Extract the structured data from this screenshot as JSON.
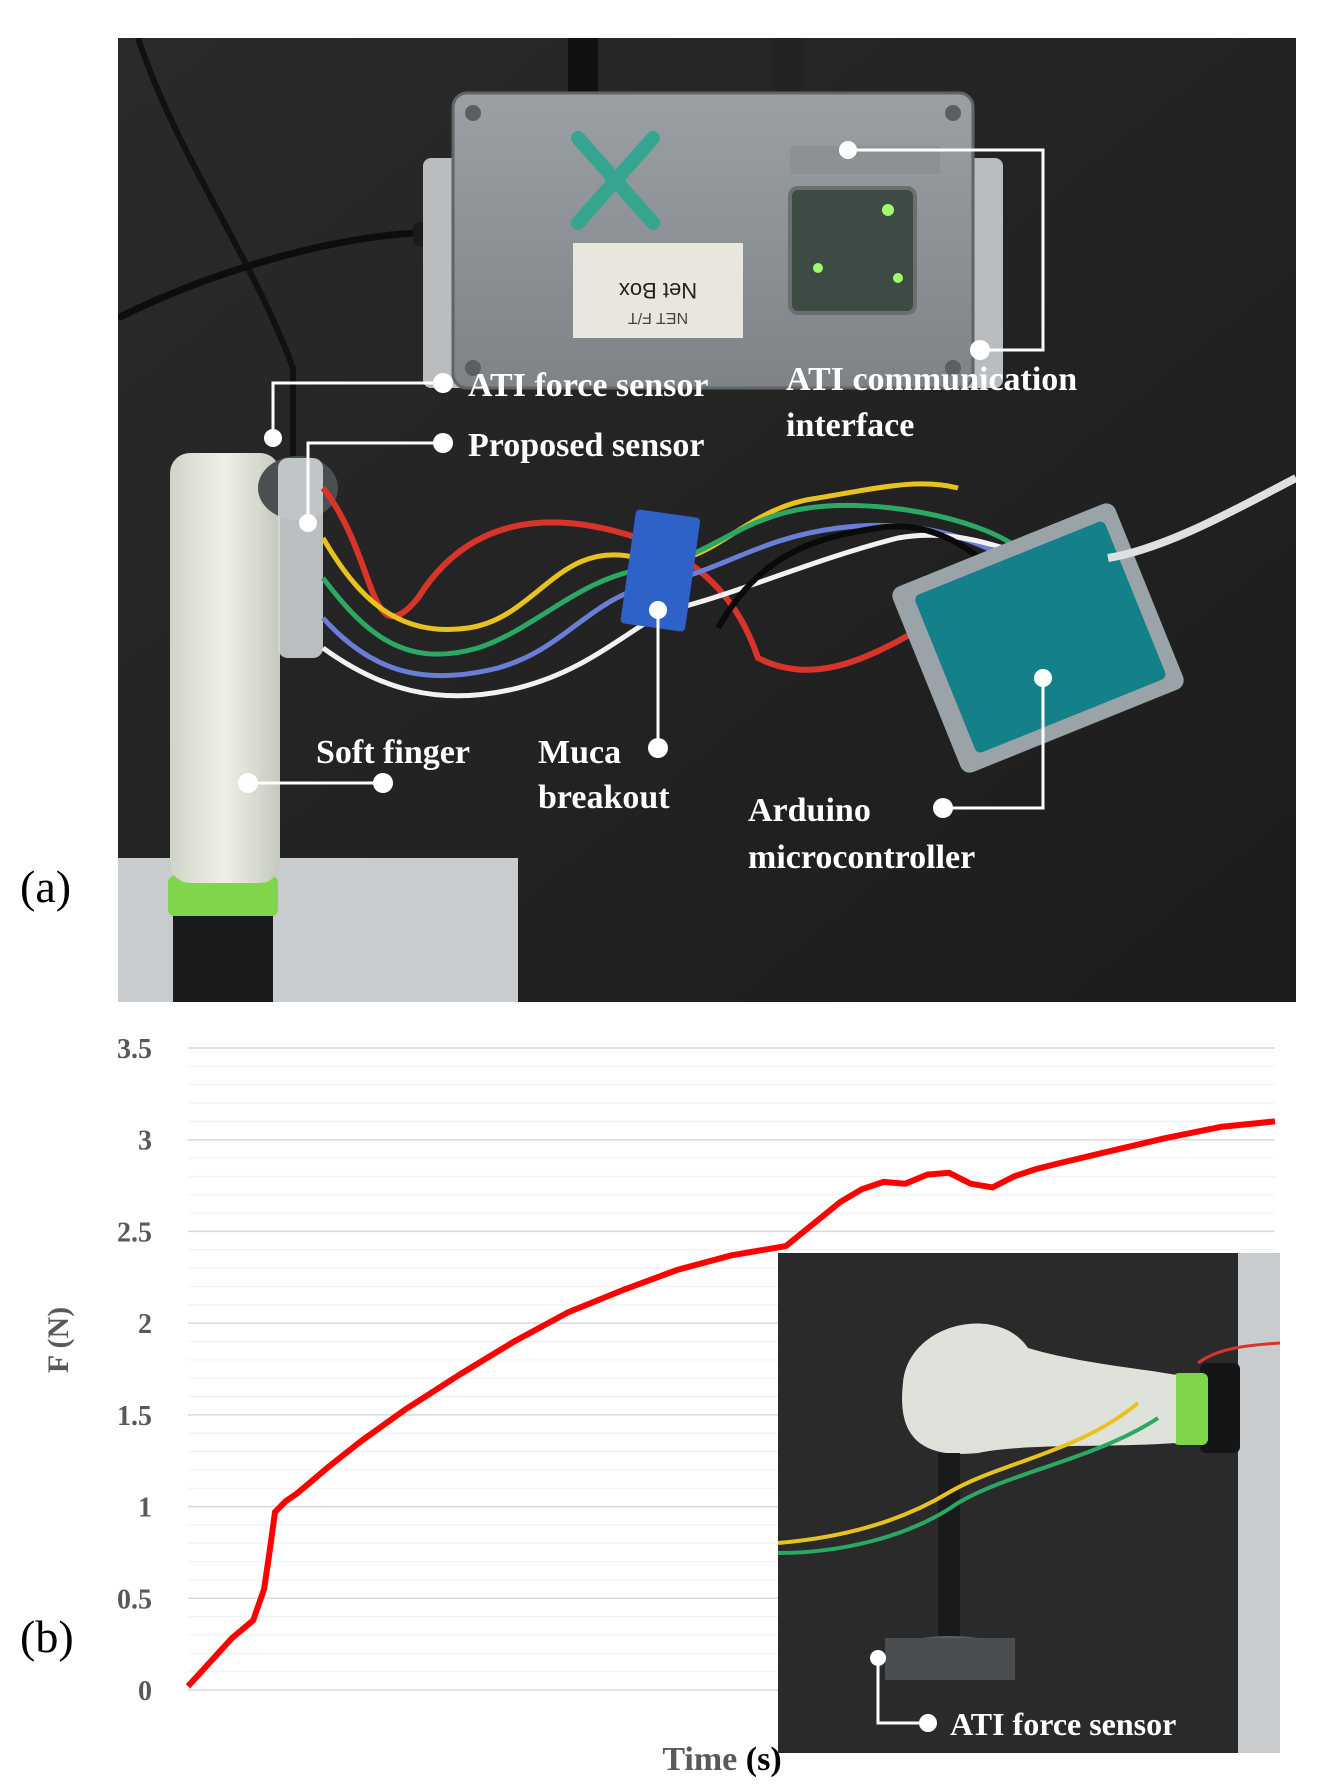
{
  "panel_a": {
    "label": "(a)",
    "callouts": {
      "ati_force_sensor": "ATI force sensor",
      "proposed_sensor": "Proposed sensor",
      "ati_comm_line1": "ATI communication",
      "ati_comm_line2": "interface",
      "soft_finger": "Soft finger",
      "muca_line1": "Muca",
      "muca_line2": "breakout",
      "arduino_line1": "Arduino",
      "arduino_line2": "microcontroller"
    },
    "device_text": {
      "netbox": "Net Box",
      "netft": "NET F/T"
    }
  },
  "panel_b": {
    "label": "(b)",
    "inset_callout": "ATI force sensor"
  },
  "chart_data": {
    "type": "line",
    "ylabel": "F (N)",
    "xlabel_main": "Time",
    "xlabel_unit": "(s)",
    "ylim": [
      0,
      3.5
    ],
    "yticks": [
      "0",
      "0.5",
      "1",
      "1.5",
      "2",
      "2.5",
      "3",
      "3.5"
    ],
    "grid": true,
    "xlim": [
      0,
      100
    ],
    "series": [
      {
        "color": "#ff0000",
        "x": [
          0,
          2,
          4,
          6,
          7,
          7.5,
          8,
          9,
          10,
          11,
          13,
          16,
          20,
          25,
          30,
          35,
          40,
          45,
          50,
          55,
          60,
          62,
          64,
          66,
          68,
          70,
          72,
          74,
          76,
          78,
          80,
          85,
          90,
          95,
          100
        ],
        "y": [
          0.02,
          0.15,
          0.28,
          0.38,
          0.55,
          0.75,
          0.97,
          1.03,
          1.07,
          1.12,
          1.22,
          1.36,
          1.53,
          1.72,
          1.9,
          2.06,
          2.18,
          2.29,
          2.37,
          2.42,
          2.66,
          2.73,
          2.77,
          2.76,
          2.81,
          2.82,
          2.76,
          2.74,
          2.8,
          2.84,
          2.87,
          2.94,
          3.01,
          3.07,
          3.1
        ]
      }
    ]
  }
}
